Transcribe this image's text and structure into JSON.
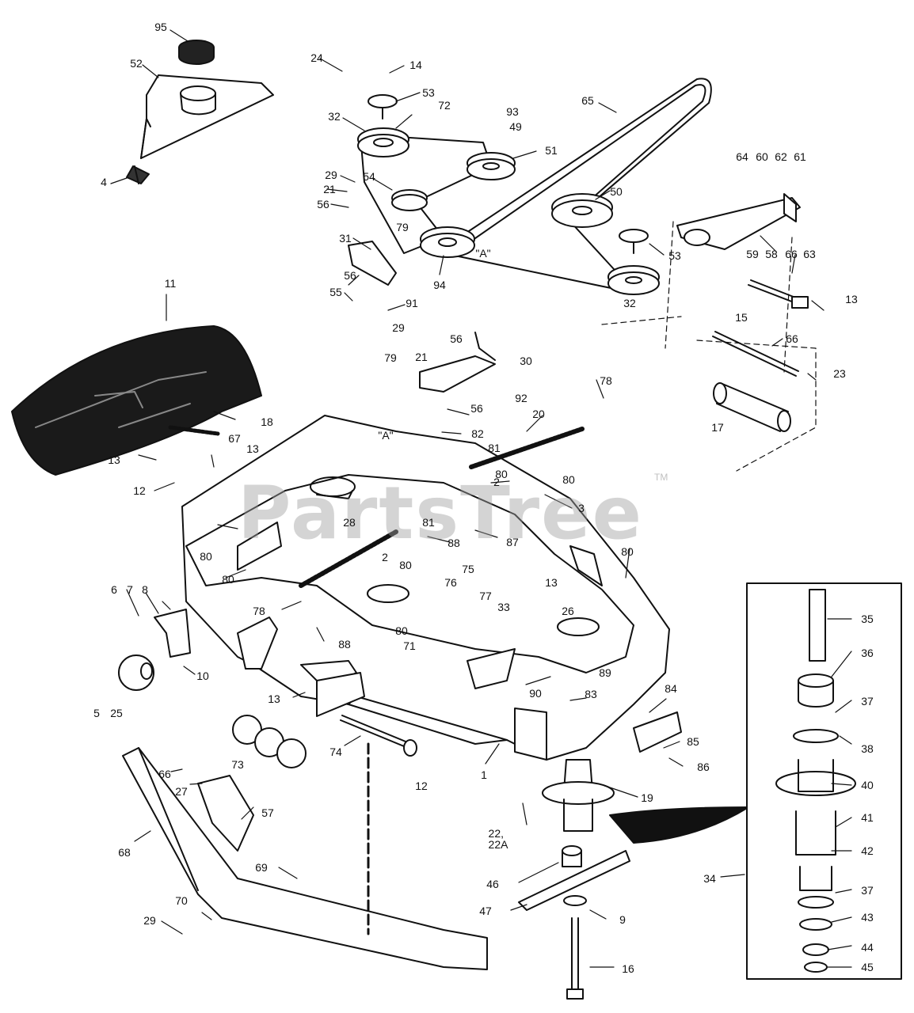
{
  "watermark": {
    "text": "PartsTree",
    "trademark": "TM",
    "color": "#b4b4b4"
  },
  "callouts": [
    "95",
    "52",
    "4",
    "24",
    "14",
    "53",
    "72",
    "93",
    "49",
    "32",
    "51",
    "65",
    "29",
    "54",
    "21",
    "56",
    "79",
    "50",
    "64",
    "60",
    "62",
    "61",
    "31",
    "94",
    "A_upper",
    "53b",
    "59",
    "58",
    "66",
    "63",
    "56b",
    "55",
    "91",
    "11",
    "29b",
    "56c",
    "79b",
    "21b",
    "30",
    "13a",
    "78",
    "92",
    "56d",
    "20",
    "82",
    "67",
    "18",
    "A_mid",
    "13b",
    "81",
    "2a",
    "80a",
    "80b",
    "3",
    "15",
    "66b",
    "23a",
    "17",
    "13c",
    "12a",
    "28",
    "81b",
    "88",
    "87",
    "80c",
    "80d",
    "80e",
    "6",
    "7",
    "8",
    "2b",
    "80f",
    "75",
    "76",
    "77",
    "33",
    "13d",
    "26",
    "78b",
    "88b",
    "80g",
    "71",
    "10",
    "5",
    "25",
    "89",
    "90",
    "83",
    "84",
    "13e",
    "85",
    "86",
    "74",
    "1",
    "12b",
    "19",
    "73",
    "66c",
    "27",
    "57",
    "22",
    "68",
    "46",
    "69",
    "9",
    "47",
    "70",
    "29c",
    "16",
    "35",
    "36",
    "37",
    "38",
    "40",
    "41",
    "42",
    "37b",
    "43",
    "44",
    "45",
    "34"
  ],
  "labels": {
    "95": "95",
    "52": "52",
    "4": "4",
    "24": "24",
    "14": "14",
    "53": "53",
    "72": "72",
    "93": "93",
    "49": "49",
    "32": "32",
    "51": "51",
    "65": "65",
    "29": "29",
    "54": "54",
    "21": "21",
    "56": "56",
    "79": "79",
    "50": "50",
    "64": "64",
    "60": "60",
    "62": "62",
    "61": "61",
    "31": "31",
    "94": "94",
    "A_upper": "\"A\"",
    "53b": "53",
    "59": "59",
    "58": "58",
    "66": "66",
    "63": "63",
    "56b": "56",
    "55": "55",
    "91": "91",
    "11": "11",
    "29b": "29",
    "56c": "56",
    "79b": "79",
    "21b": "21",
    "30": "30",
    "13a": "13",
    "78": "78",
    "92": "92",
    "56d": "56",
    "20": "20",
    "82": "82",
    "67": "67",
    "18": "18",
    "A_mid": "\"A\"",
    "13b": "13",
    "81": "81",
    "2a": "2",
    "80a": "80",
    "80b": "80",
    "3": "3",
    "15": "15",
    "66b": "66",
    "23a": "23",
    "17": "17",
    "13c": "13",
    "12a": "12",
    "28": "28",
    "81b": "81",
    "88": "88",
    "87": "87",
    "80c": "80",
    "80d": "80",
    "80e": "80",
    "6": "6",
    "7": "7",
    "8": "8",
    "2b": "2",
    "80f": "80",
    "75": "75",
    "76": "76",
    "77": "77",
    "33": "33",
    "13d": "13",
    "26": "26",
    "78b": "78",
    "88b": "88",
    "80g": "80",
    "71": "71",
    "10": "10",
    "5": "5",
    "25": "25",
    "89": "89",
    "90": "90",
    "83": "83",
    "84": "84",
    "13e": "13",
    "85": "85",
    "86": "86",
    "74": "74",
    "1": "1",
    "12b": "12",
    "19": "19",
    "73": "73",
    "66c": "66",
    "27": "27",
    "57": "57",
    "22": "22,\n22A",
    "68": "68",
    "46": "46",
    "69": "69",
    "9": "9",
    "47": "47",
    "70": "70",
    "29c": "29",
    "16": "16",
    "35": "35",
    "36": "36",
    "37": "37",
    "38": "38",
    "40": "40",
    "41": "41",
    "42": "42",
    "37b": "37",
    "43": "43",
    "44": "44",
    "45": "45",
    "34": "34"
  },
  "colors": {
    "line": "#111111",
    "fill": "#ffffff",
    "dark": "#1a1a1a",
    "shade": "#888888"
  }
}
